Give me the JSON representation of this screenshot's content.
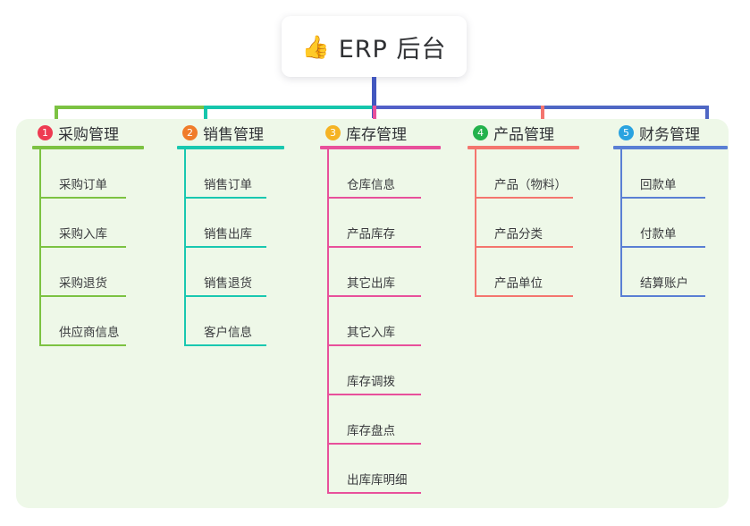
{
  "root": {
    "icon": "thumbs-up-icon",
    "icon_glyph": "👍",
    "title": "ERP 后台",
    "stem_color": "#4257bf"
  },
  "panel": {
    "background": "#eef8e8"
  },
  "connectors": {
    "segments": [
      {
        "color": "#7cc242"
      },
      {
        "color": "#16c6ac"
      },
      {
        "color": "#5260c8"
      },
      {
        "color": "#4f67c4"
      }
    ]
  },
  "columns": [
    {
      "index": "1",
      "title": "采购管理",
      "badge_color": "#ee3b52",
      "line_color": "#7cc242",
      "header_rule_width": 125,
      "leaf_rule_width": 97,
      "spine_height": 235,
      "items": [
        {
          "label": "采购订单"
        },
        {
          "label": "采购入库"
        },
        {
          "label": "采购退货"
        },
        {
          "label": "供应商信息"
        }
      ]
    },
    {
      "index": "2",
      "title": "销售管理",
      "badge_color": "#f07c2a",
      "line_color": "#19c8b0",
      "header_rule_width": 120,
      "leaf_rule_width": 92,
      "spine_height": 235,
      "items": [
        {
          "label": "销售订单"
        },
        {
          "label": "销售出库"
        },
        {
          "label": "销售退货"
        },
        {
          "label": "客户信息"
        }
      ]
    },
    {
      "index": "3",
      "title": "库存管理",
      "badge_color": "#f5b324",
      "line_color": "#e8509b",
      "header_rule_width": 135,
      "leaf_rule_width": 105,
      "spine_height": 400,
      "items": [
        {
          "label": "仓库信息"
        },
        {
          "label": "产品库存"
        },
        {
          "label": "其它出库"
        },
        {
          "label": "其它入库"
        },
        {
          "label": "库存调拨"
        },
        {
          "label": "库存盘点"
        },
        {
          "label": "出库库明细"
        }
      ]
    },
    {
      "index": "4",
      "title": "产品管理",
      "badge_color": "#24b24c",
      "line_color": "#f4756e",
      "header_rule_width": 125,
      "leaf_rule_width": 110,
      "spine_height": 180,
      "items": [
        {
          "label": "产品（物料）"
        },
        {
          "label": "产品分类"
        },
        {
          "label": "产品单位"
        }
      ]
    },
    {
      "index": "5",
      "title": "财务管理",
      "badge_color": "#2aa3e0",
      "line_color": "#5a7fd4",
      "header_rule_width": 128,
      "leaf_rule_width": 95,
      "spine_height": 180,
      "items": [
        {
          "label": "回款单"
        },
        {
          "label": "付款单"
        },
        {
          "label": "结算账户"
        }
      ]
    }
  ]
}
